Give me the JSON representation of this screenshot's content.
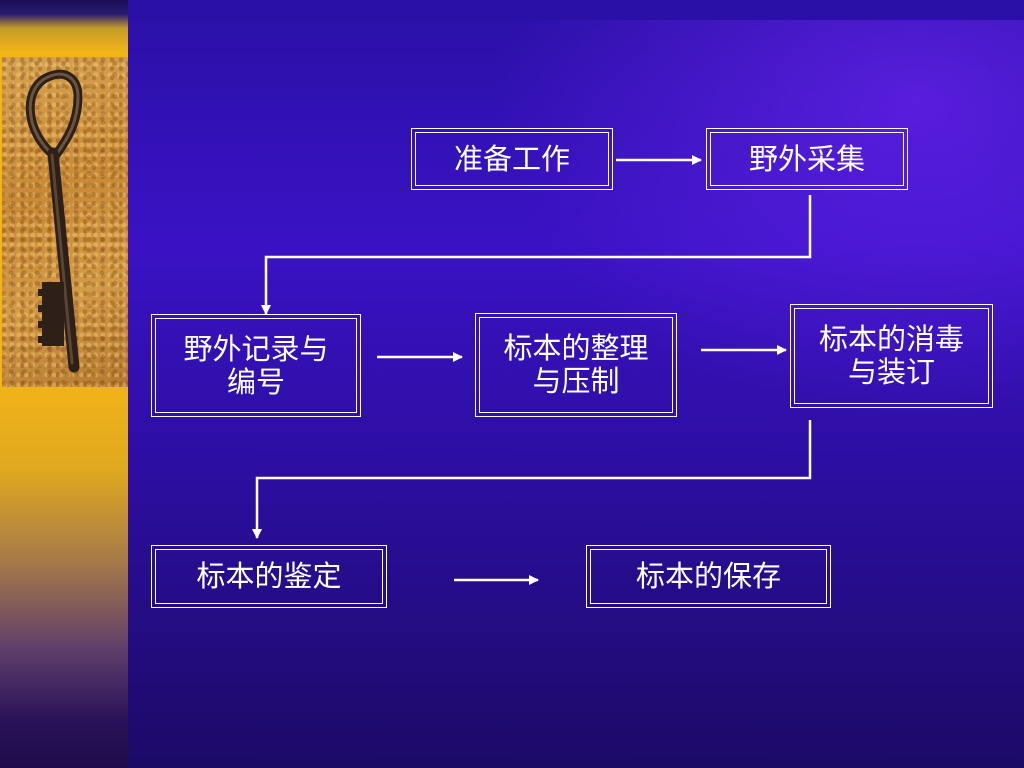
{
  "flow": {
    "step1": "准备工作",
    "step2": "野外采集",
    "step3_line1": "野外记录与",
    "step3_line2": "编号",
    "step4_line1": "标本的整理",
    "step4_line2": "与压制",
    "step5_line1": "标本的消毒",
    "step5_line2": "与装订",
    "step6": "标本的鉴定",
    "step7": "标本的保存"
  },
  "colors": {
    "background": "#3412b8",
    "box_border": "#ffffff",
    "sidebar": "#f2b418"
  },
  "decoration": {
    "icon": "key-photo-icon"
  }
}
